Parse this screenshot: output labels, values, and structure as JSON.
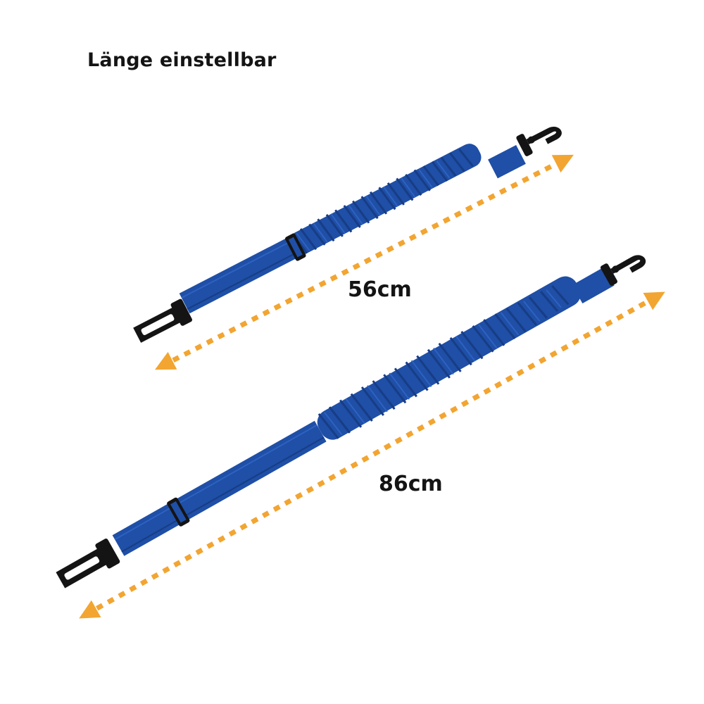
{
  "title": "Länge einstellbar",
  "colors": {
    "strap": "#1f4fa6",
    "strap_dark": "#173d85",
    "strap_light": "#2d62c2",
    "arrow": "#f2a531",
    "hardware": "#141414",
    "text": "#141414"
  },
  "products": [
    {
      "name": "short-leash",
      "length_label": "56cm"
    },
    {
      "name": "long-leash",
      "length_label": "86cm"
    }
  ]
}
